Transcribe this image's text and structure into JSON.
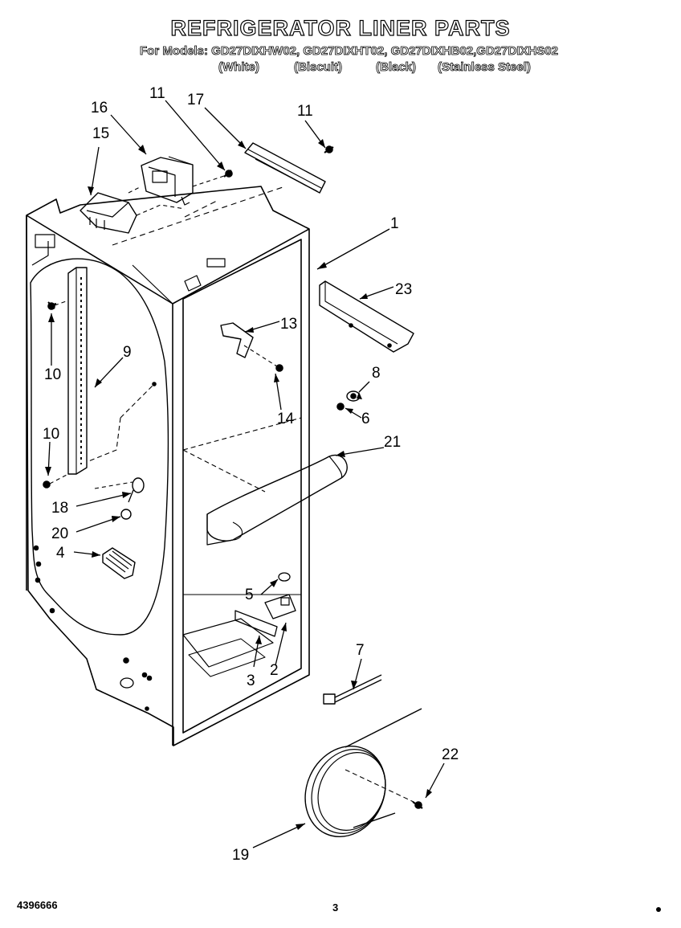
{
  "header": {
    "title": "REFRIGERATOR LINER PARTS",
    "models_line": "For Models: GD27DIXHW02, GD27DIXHT02, GD27DIXHB02,GD27DIXHS02",
    "variants": [
      "(White)",
      "(Biscuit)",
      "(Black)",
      "(Stainless Steel)"
    ]
  },
  "callouts": [
    "1",
    "2",
    "3",
    "4",
    "5",
    "6",
    "7",
    "8",
    "9",
    "10",
    "10",
    "11",
    "11",
    "13",
    "14",
    "15",
    "16",
    "17",
    "18",
    "19",
    "20",
    "21",
    "22",
    "23"
  ],
  "footer": {
    "part_number": "4396666",
    "page_number": "3"
  }
}
